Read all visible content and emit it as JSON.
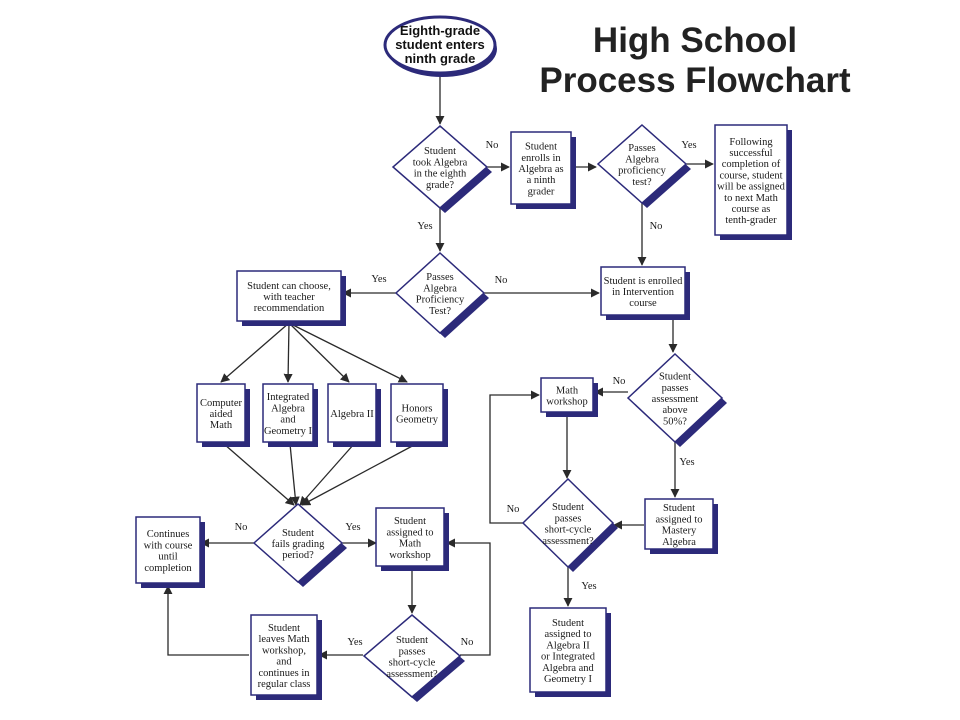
{
  "title": [
    "High School",
    "Process Flowchart"
  ],
  "colors": {
    "box_border": "#2c2a7a",
    "shadow": "#2c2a7a",
    "line": "#2a2a2a"
  },
  "nodes": [
    {
      "id": "start",
      "shape": "oval",
      "lines": [
        "Eighth-grade",
        "student enters",
        "ninth grade"
      ]
    },
    {
      "id": "took_algebra",
      "shape": "diamond",
      "lines": [
        "Student",
        "took Algebra",
        "in the eighth",
        "grade?"
      ]
    },
    {
      "id": "enrolls_algebra",
      "shape": "box",
      "lines": [
        "Student",
        "enrolls in",
        "Algebra as",
        "a ninth",
        "grader"
      ]
    },
    {
      "id": "passes_test_1",
      "shape": "diamond",
      "lines": [
        "Passes",
        "Algebra",
        "proficiency",
        "test?"
      ]
    },
    {
      "id": "following_success",
      "shape": "box",
      "lines": [
        "Following",
        "successful",
        "completion of",
        "course, student",
        "will be assigned",
        "to next Math",
        "course as",
        "tenth-grader"
      ]
    },
    {
      "id": "passes_test_2",
      "shape": "diamond",
      "lines": [
        "Passes",
        "Algebra",
        "Proficiency",
        "Test?"
      ]
    },
    {
      "id": "can_choose",
      "shape": "box",
      "lines": [
        "Student can choose,",
        "with teacher",
        "recommendation"
      ]
    },
    {
      "id": "intervention",
      "shape": "box",
      "lines": [
        "Student is enrolled",
        "in Intervention",
        "course"
      ]
    },
    {
      "id": "computer_aided",
      "shape": "box",
      "lines": [
        "Computer",
        "aided",
        "Math"
      ]
    },
    {
      "id": "integrated",
      "shape": "box",
      "lines": [
        "Integrated",
        "Algebra",
        "and",
        "Geometry I"
      ]
    },
    {
      "id": "algebra2",
      "shape": "box",
      "lines": [
        "Algebra II"
      ]
    },
    {
      "id": "honors",
      "shape": "box",
      "lines": [
        "Honors",
        "Geometry"
      ]
    },
    {
      "id": "passes_50",
      "shape": "diamond",
      "lines": [
        "Student",
        "passes",
        "assessment",
        "above",
        "50%?"
      ]
    },
    {
      "id": "math_workshop_r",
      "shape": "box",
      "lines": [
        "Math",
        "workshop"
      ]
    },
    {
      "id": "mastery",
      "shape": "box",
      "lines": [
        "Student",
        "assigned to",
        "Mastery",
        "Algebra"
      ]
    },
    {
      "id": "fails_grading",
      "shape": "diamond",
      "lines": [
        "Student",
        "fails grading",
        "period?"
      ]
    },
    {
      "id": "continues",
      "shape": "box",
      "lines": [
        "Continues",
        "with course",
        "until",
        "completion"
      ]
    },
    {
      "id": "assigned_workshop",
      "shape": "box",
      "lines": [
        "Student",
        "assigned to",
        "Math",
        "workshop"
      ]
    },
    {
      "id": "short_cycle_r",
      "shape": "diamond",
      "lines": [
        "Student",
        "passes",
        "short-cycle",
        "assessment?"
      ]
    },
    {
      "id": "assigned_alg2",
      "shape": "box",
      "lines": [
        "Student",
        "assigned to",
        "Algebra II",
        "or Integrated",
        "Algebra and",
        "Geometry I"
      ]
    },
    {
      "id": "leaves_workshop",
      "shape": "box",
      "lines": [
        "Student",
        "leaves Math",
        "workshop,",
        "and",
        "continues in",
        "regular class"
      ]
    },
    {
      "id": "short_cycle_l",
      "shape": "diamond",
      "lines": [
        "Student",
        "passes",
        "short-cycle",
        "assessment?"
      ]
    }
  ],
  "edge_labels": {
    "took_no": "No",
    "took_yes": "Yes",
    "test1_yes": "Yes",
    "test1_no": "No",
    "test2_yes": "Yes",
    "test2_no": "No",
    "p50_no": "No",
    "p50_yes": "Yes",
    "scr_no": "No",
    "scr_yes": "Yes",
    "fails_no": "No",
    "fails_yes": "Yes",
    "scl_yes": "Yes",
    "scl_no": "No"
  }
}
